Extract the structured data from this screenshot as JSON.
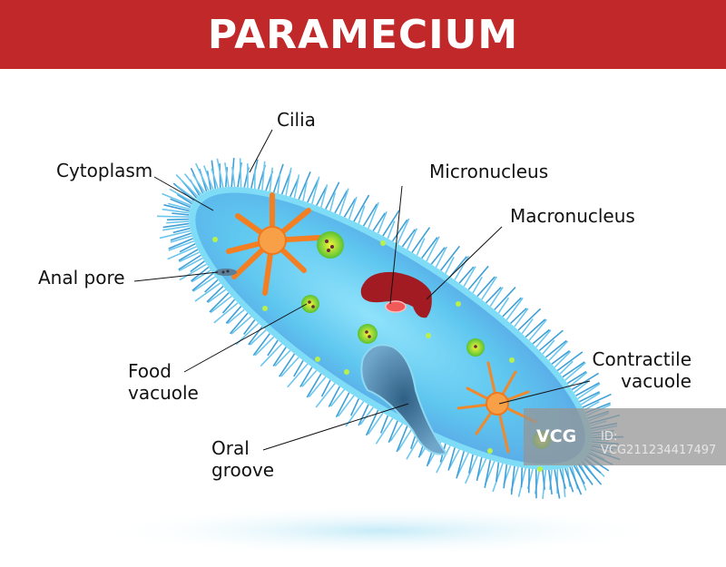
{
  "title": "PARAMECIUM",
  "labels": {
    "cilia": "Cilia",
    "cytoplasm": "Cytoplasm",
    "micronucleus": "Micronucleus",
    "macronucleus": "Macronucleus",
    "anal_pore": "Anal pore",
    "food_vacuole": [
      "Food",
      "vacuole"
    ],
    "oral_groove": [
      "Oral",
      "groove"
    ],
    "contractile_vacuole": [
      "Contractile",
      "vacuole"
    ]
  },
  "watermark": {
    "logo": "VCG",
    "id": "ID: VCG211234417497"
  },
  "colors": {
    "banner": "#c0282a",
    "body": "#5cc8f0",
    "cilia": "#3f9fd6",
    "macronucleus": "#a31b22",
    "contractile": "#f58a2a"
  }
}
